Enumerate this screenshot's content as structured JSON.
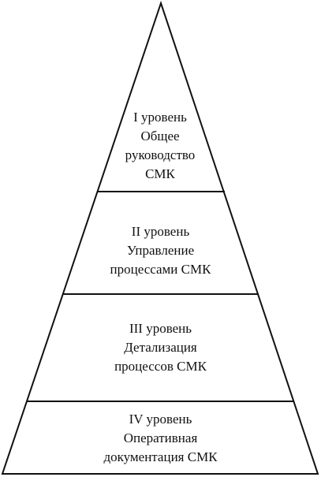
{
  "levels": [
    {
      "lines": [
        "I уровень",
        "Общее",
        "руководство",
        "СМК"
      ]
    },
    {
      "lines": [
        "II уровень",
        "Управление",
        "процессами СМК"
      ]
    },
    {
      "lines": [
        "III уровень",
        "Детализация",
        "процессов СМК"
      ]
    },
    {
      "lines": [
        "IV уровень",
        "Оперативная",
        "документация СМК"
      ]
    }
  ],
  "colors": {
    "stroke": "#111111",
    "background": "#ffffff"
  }
}
